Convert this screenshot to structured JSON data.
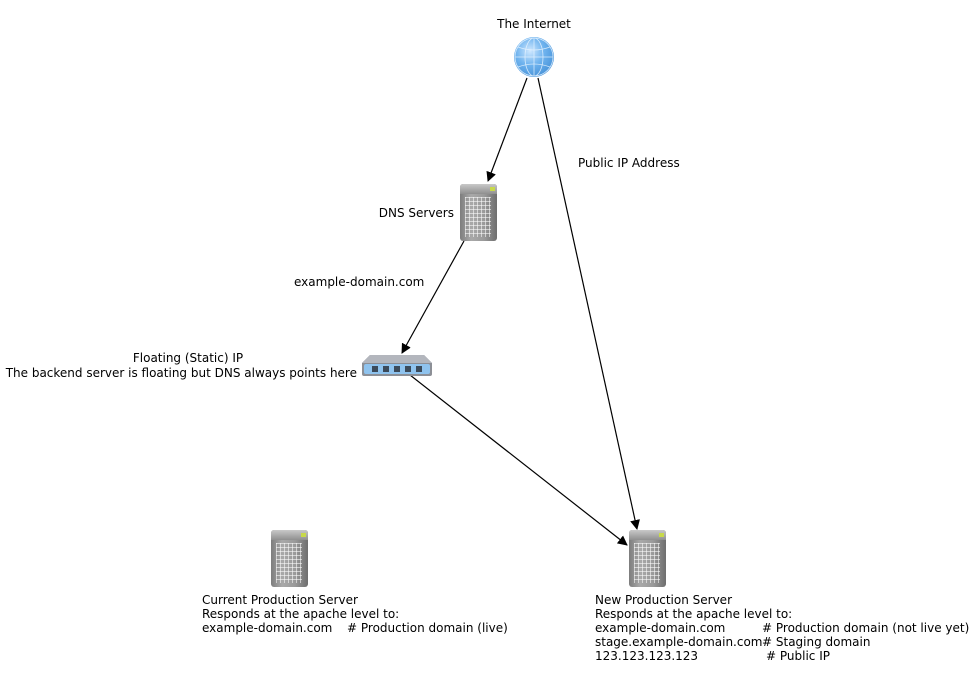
{
  "nodes": {
    "internet": {
      "label": "The Internet",
      "icon": "globe-icon"
    },
    "dns": {
      "label": "DNS Servers",
      "icon": "server-icon"
    },
    "floating_ip": {
      "label_line1": "Floating (Static) IP",
      "label_line2": "The backend server is floating but DNS always points here",
      "icon": "network-switch-icon"
    },
    "current_server": {
      "title": "Current Production Server",
      "subtitle": "Responds at the apache level to:",
      "entries": [
        {
          "host": "example-domain.com",
          "comment": "# Production domain (live)"
        }
      ],
      "icon": "server-icon"
    },
    "new_server": {
      "title": "New Production Server",
      "subtitle": "Responds at the apache level to:",
      "entries": [
        {
          "host": "example-domain.com",
          "comment": "# Production domain (not live yet)"
        },
        {
          "host": "stage.example-domain.com",
          "comment": "# Staging domain"
        },
        {
          "host": "123.123.123.123",
          "comment": "# Public IP"
        }
      ],
      "icon": "server-icon"
    }
  },
  "edges": [
    {
      "from": "internet",
      "to": "dns",
      "label": ""
    },
    {
      "from": "internet",
      "to": "new_server",
      "label": "Public IP Address"
    },
    {
      "from": "dns",
      "to": "floating_ip",
      "label": "example-domain.com"
    },
    {
      "from": "floating_ip",
      "to": "new_server",
      "label": ""
    }
  ]
}
